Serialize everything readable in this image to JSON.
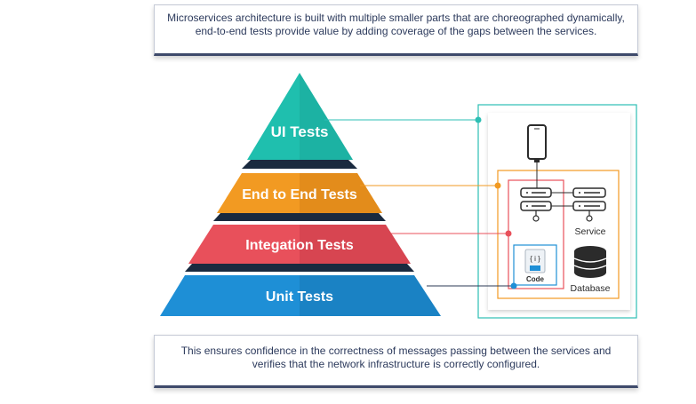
{
  "top_note": "Microservices architecture is built with multiple smaller parts that are choreographed dynamically, end-to-end tests provide value by adding coverage  of the gaps between the services.",
  "bottom_note": "This ensures confidence in the correctness of messages passing between the services and verifies that the network infrastructure is correctly configured.",
  "pyramid": {
    "tiers": [
      {
        "label": "UI Tests",
        "color": "#1fbfae"
      },
      {
        "label": "End to End Tests",
        "color": "#f29a22"
      },
      {
        "label": "Integation Tests",
        "color": "#e8505b"
      },
      {
        "label": "Unit Tests",
        "color": "#1e8fd6"
      }
    ]
  },
  "architecture": {
    "service_label": "Service",
    "database_label": "Database",
    "code_label": "Code",
    "code_glyph": "{ i }",
    "outer_border_color": "#2dbfb4",
    "e2e_border_color": "#f29a22",
    "integration_border_color": "#e8505b",
    "unit_border_color": "#1e8fd6"
  }
}
